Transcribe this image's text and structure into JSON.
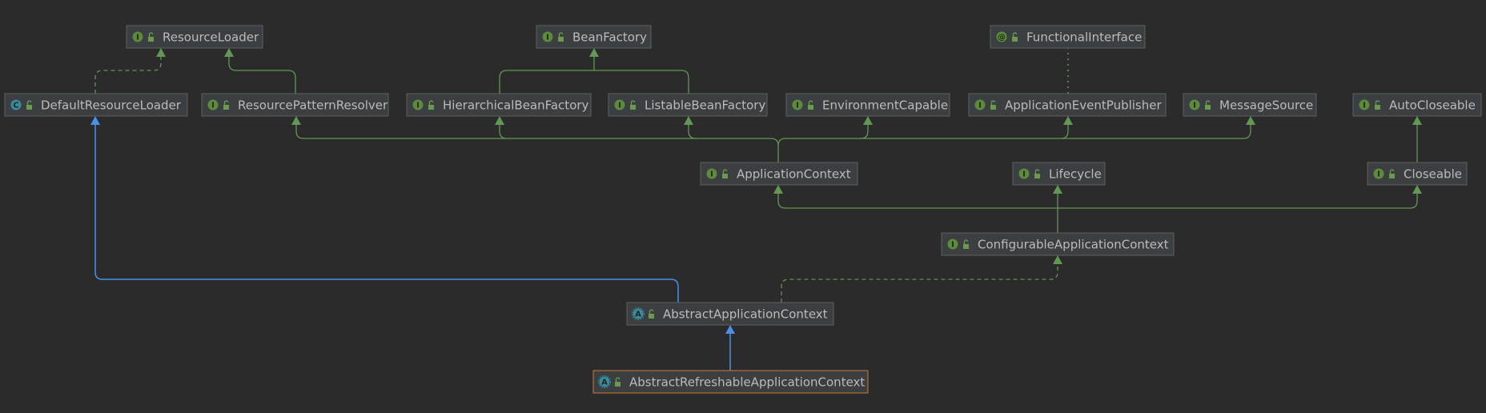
{
  "colors": {
    "background": "#2b2b2b",
    "node_fill": "#3c3f41",
    "node_border": "#5e6060",
    "selected_border": "#c97b3c",
    "interface_edge": "#629755",
    "class_edge": "#4b8fe8"
  },
  "nodes": [
    {
      "id": "ResourceLoader",
      "label": "ResourceLoader",
      "kind": "interface",
      "icon": "interface-icon"
    },
    {
      "id": "BeanFactory",
      "label": "BeanFactory",
      "kind": "interface",
      "icon": "interface-icon"
    },
    {
      "id": "FunctionalInterface",
      "label": "FunctionalInterface",
      "kind": "annotation",
      "icon": "annotation-icon"
    },
    {
      "id": "DefaultResourceLoader",
      "label": "DefaultResourceLoader",
      "kind": "class",
      "icon": "class-icon"
    },
    {
      "id": "ResourcePatternResolver",
      "label": "ResourcePatternResolver",
      "kind": "interface",
      "icon": "interface-icon"
    },
    {
      "id": "HierarchicalBeanFactory",
      "label": "HierarchicalBeanFactory",
      "kind": "interface",
      "icon": "interface-icon"
    },
    {
      "id": "ListableBeanFactory",
      "label": "ListableBeanFactory",
      "kind": "interface",
      "icon": "interface-icon"
    },
    {
      "id": "EnvironmentCapable",
      "label": "EnvironmentCapable",
      "kind": "interface",
      "icon": "interface-icon"
    },
    {
      "id": "ApplicationEventPublisher",
      "label": "ApplicationEventPublisher",
      "kind": "interface",
      "icon": "interface-icon"
    },
    {
      "id": "MessageSource",
      "label": "MessageSource",
      "kind": "interface",
      "icon": "interface-icon"
    },
    {
      "id": "AutoCloseable",
      "label": "AutoCloseable",
      "kind": "interface",
      "icon": "interface-icon"
    },
    {
      "id": "ApplicationContext",
      "label": "ApplicationContext",
      "kind": "interface",
      "icon": "interface-icon"
    },
    {
      "id": "Lifecycle",
      "label": "Lifecycle",
      "kind": "interface",
      "icon": "interface-icon"
    },
    {
      "id": "Closeable",
      "label": "Closeable",
      "kind": "interface",
      "icon": "interface-icon"
    },
    {
      "id": "ConfigurableApplicationContext",
      "label": "ConfigurableApplicationContext",
      "kind": "interface",
      "icon": "interface-icon"
    },
    {
      "id": "AbstractApplicationContext",
      "label": "AbstractApplicationContext",
      "kind": "abstract-class",
      "icon": "abstract-class-icon"
    },
    {
      "id": "AbstractRefreshableApplicationContext",
      "label": "AbstractRefreshableApplicationContext",
      "kind": "abstract-class",
      "icon": "abstract-class-icon",
      "selected": true
    }
  ],
  "edges": [
    {
      "from": "DefaultResourceLoader",
      "to": "ResourceLoader",
      "type": "implements"
    },
    {
      "from": "ResourcePatternResolver",
      "to": "ResourceLoader",
      "type": "extends-interface"
    },
    {
      "from": "HierarchicalBeanFactory",
      "to": "BeanFactory",
      "type": "extends-interface"
    },
    {
      "from": "ListableBeanFactory",
      "to": "BeanFactory",
      "type": "extends-interface"
    },
    {
      "from": "ApplicationEventPublisher",
      "to": "FunctionalInterface",
      "type": "annotated"
    },
    {
      "from": "ApplicationContext",
      "to": "ResourcePatternResolver",
      "type": "extends-interface"
    },
    {
      "from": "ApplicationContext",
      "to": "HierarchicalBeanFactory",
      "type": "extends-interface"
    },
    {
      "from": "ApplicationContext",
      "to": "ListableBeanFactory",
      "type": "extends-interface"
    },
    {
      "from": "ApplicationContext",
      "to": "EnvironmentCapable",
      "type": "extends-interface"
    },
    {
      "from": "ApplicationContext",
      "to": "ApplicationEventPublisher",
      "type": "extends-interface"
    },
    {
      "from": "ApplicationContext",
      "to": "MessageSource",
      "type": "extends-interface"
    },
    {
      "from": "Closeable",
      "to": "AutoCloseable",
      "type": "extends-interface"
    },
    {
      "from": "ConfigurableApplicationContext",
      "to": "ApplicationContext",
      "type": "extends-interface"
    },
    {
      "from": "ConfigurableApplicationContext",
      "to": "Lifecycle",
      "type": "extends-interface"
    },
    {
      "from": "ConfigurableApplicationContext",
      "to": "Closeable",
      "type": "extends-interface"
    },
    {
      "from": "AbstractApplicationContext",
      "to": "ConfigurableApplicationContext",
      "type": "implements"
    },
    {
      "from": "AbstractApplicationContext",
      "to": "DefaultResourceLoader",
      "type": "extends-class"
    },
    {
      "from": "AbstractRefreshableApplicationContext",
      "to": "AbstractApplicationContext",
      "type": "extends-class"
    }
  ]
}
